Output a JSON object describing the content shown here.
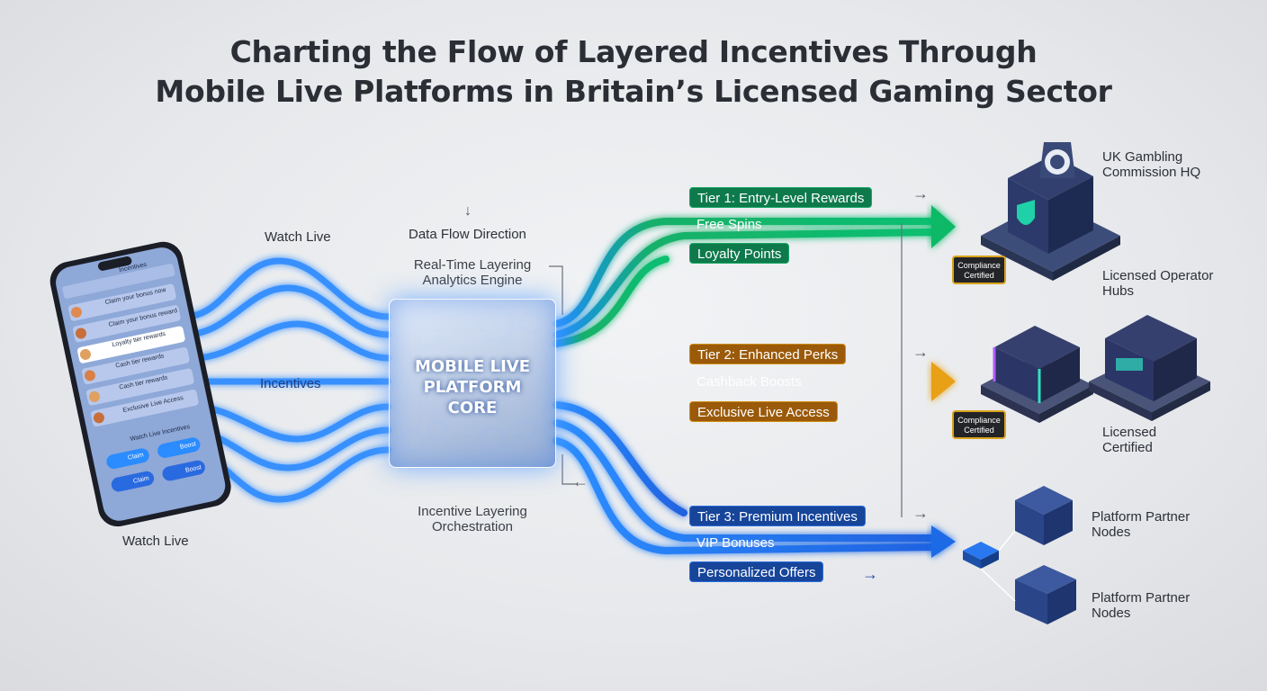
{
  "title": {
    "line1": "Charting the Flow of Layered Incentives Through",
    "line2": "Mobile Live Platforms in Britain’s Licensed Gaming Sector"
  },
  "phone": {
    "header": "Incentives",
    "rows": [
      "Claim your bonus now",
      "Claim your bonus reward",
      "Loyalty tier rewards",
      "Cash tier rewards",
      "Cash tier rewards",
      "Exclusive Live Access"
    ],
    "footer_line": "Watch Live Incentives",
    "buttons": [
      "Claim",
      "Boost",
      "Claim",
      "Boost"
    ]
  },
  "labels": {
    "watch_live_top": "Watch Live",
    "watch_live_bottom": "Watch Live",
    "incentives": "Incentives",
    "data_flow": "Data Flow Direction",
    "analytics_line1": "Real-Time Layering",
    "analytics_line2": "Analytics Engine",
    "orchestration_line1": "Incentive Layering",
    "orchestration_line2": "Orchestration"
  },
  "core": {
    "line1": "MOBILE LIVE",
    "line2": "PLATFORM",
    "line3": "CORE"
  },
  "tiers": [
    {
      "title": "Tier 1: Entry-Level Rewards",
      "items": [
        "Free Spins",
        "Loyalty Points"
      ],
      "color": "#12a15e"
    },
    {
      "title": "Tier 2: Enhanced Perks",
      "items": [
        "Cashback Boosts",
        "Exclusive Live Access"
      ],
      "color": "#e0a014"
    },
    {
      "title": "Tier 3: Premium Incentives",
      "items": [
        "VIP Bonuses",
        "Personalized Offers"
      ],
      "color": "#2a78f0"
    }
  ],
  "destinations": {
    "hq_line1": "UK Gambling",
    "hq_line2": "Commission HQ",
    "operators_line1": "Licensed Operator",
    "operators_line2": "Hubs",
    "certified_line1": "Licensed",
    "certified_line2": "Certified",
    "partner1_line1": "Platform Partner",
    "partner1_line2": "Nodes",
    "partner2_line1": "Platform Partner",
    "partner2_line2": "Nodes"
  },
  "badges": [
    {
      "line1": "Compliance",
      "line2": "Certified"
    },
    {
      "line1": "Compliance",
      "line2": "Certified"
    }
  ],
  "icons": {
    "down_arrow": "↓",
    "arrow_right": "→",
    "arrow_left": "←"
  }
}
